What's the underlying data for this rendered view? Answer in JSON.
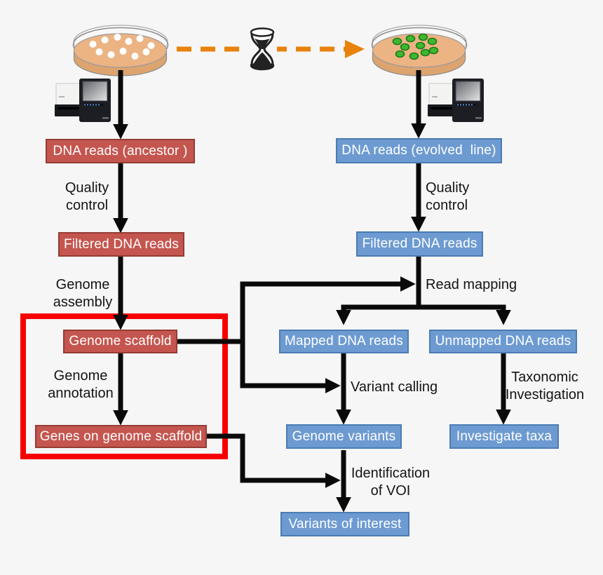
{
  "flowchart": {
    "nodes": {
      "dna_ancestor": "DNA reads (ancestor )",
      "filtered_left": "Filtered DNA reads",
      "genome_scaffold": "Genome scaffold",
      "genes_on_scaffold": "Genes on genome scaffold",
      "dna_evolved": "DNA reads (evolved  line)",
      "filtered_right": "Filtered DNA reads",
      "mapped": "Mapped DNA reads",
      "unmapped": "Unmapped DNA reads",
      "genome_variants": "Genome variants",
      "investigate_taxa": "Investigate taxa",
      "variants_of_interest": "Variants of interest"
    },
    "edge_labels": {
      "quality_left": "Quality\ncontrol",
      "genome_assembly": "Genome\nassembly",
      "genome_annotation": "Genome\nannotation",
      "quality_right": "Quality\ncontrol",
      "read_mapping": "Read mapping",
      "variant_calling": "Variant calling",
      "taxonomic_investigation": "Taxonomic\nInvestigation",
      "identification_voi": "Identification\nof VOI"
    },
    "icons": {
      "left_dish": "petri-dish-ancestor-icon (white colonies)",
      "right_dish": "petri-dish-evolved-icon (green colonies)",
      "hourglass": "hourglass-icon",
      "left_sequencer": "dna-sequencer-icon",
      "right_sequencer": "dna-sequencer-icon",
      "time_arrow": "orange-dashed-arrow-icon"
    },
    "colors": {
      "background": "#f6f6f6",
      "ancestor_box_fill": "#c4564f",
      "ancestor_box_border": "#953c33",
      "evolved_box_fill": "#6d9bd1",
      "evolved_box_border": "#4a7cb5",
      "box_text": "#ffffff",
      "arrow_black": "#0a0a0a",
      "highlight_rect_red": "#f70000",
      "time_arrow_orange": "#e8820c",
      "colony_ancestor": "#ffffff",
      "colony_evolved": "#3eb82e",
      "agar": "#ecb383"
    }
  }
}
